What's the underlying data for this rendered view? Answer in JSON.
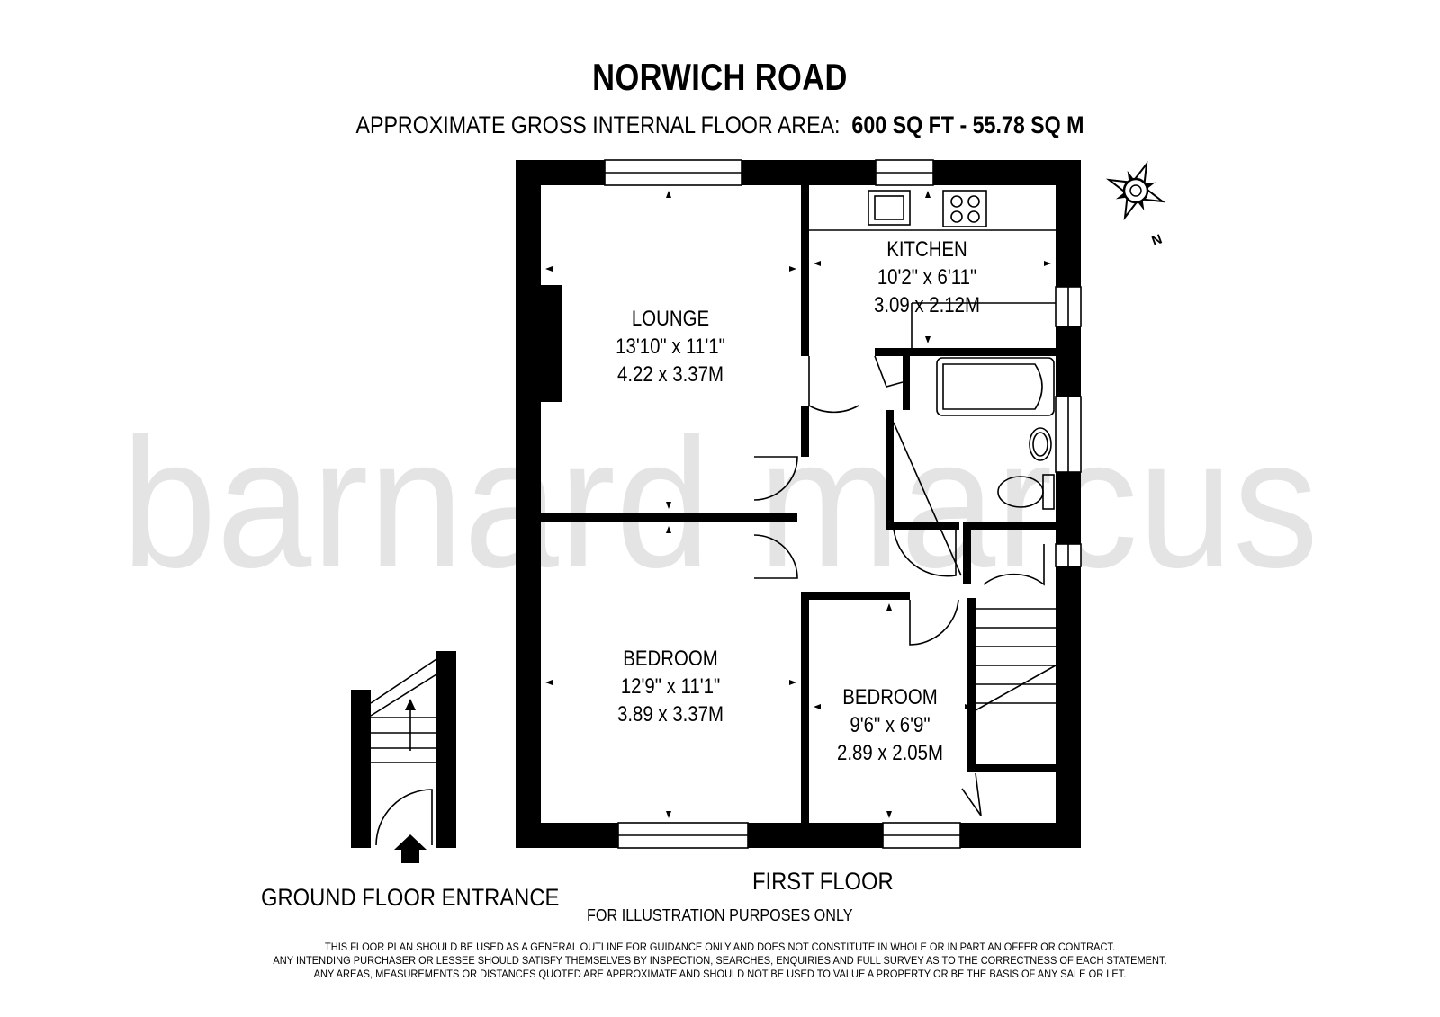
{
  "header": {
    "title": "NORWICH ROAD",
    "area_prefix": "APPROXIMATE GROSS INTERNAL FLOOR AREA:",
    "area_value": "600 SQ FT  -  55.78 SQ M"
  },
  "watermark": {
    "text": "barnard marcus"
  },
  "rooms": {
    "lounge": {
      "name": "LOUNGE",
      "imperial": "13'10\" x 11'1\"",
      "metric": "4.22 x 3.37M"
    },
    "kitchen": {
      "name": "KITCHEN",
      "imperial": "10'2\" x 6'11\"",
      "metric": "3.09 x 2.12M"
    },
    "bedroom1": {
      "name": "BEDROOM",
      "imperial": "12'9\" x 11'1\"",
      "metric": "3.89 x 3.37M"
    },
    "bedroom2": {
      "name": "BEDROOM",
      "imperial": "9'6\" x 6'9\"",
      "metric": "2.89 x 2.05M"
    }
  },
  "labels": {
    "ground_floor": "GROUND FLOOR ENTRANCE",
    "first_floor": "FIRST FLOOR",
    "illustration": "FOR ILLUSTRATION PURPOSES ONLY",
    "compass_north": "N"
  },
  "disclaimer": [
    "THIS FLOOR PLAN SHOULD BE USED AS A GENERAL OUTLINE FOR GUIDANCE ONLY AND DOES NOT CONSTITUTE IN WHOLE OR IN PART AN OFFER OR CONTRACT.",
    "ANY INTENDING PURCHASER OR LESSEE SHOULD SATISFY THEMSELVES BY INSPECTION, SEARCHES, ENQUIRIES AND FULL SURVEY AS TO THE CORRECTNESS OF EACH STATEMENT.",
    "ANY AREAS, MEASUREMENTS OR DISTANCES QUOTED ARE APPROXIMATE AND SHOULD NOT BE USED TO VALUE A PROPERTY OR BE THE BASIS OF ANY SALE OR LET."
  ]
}
